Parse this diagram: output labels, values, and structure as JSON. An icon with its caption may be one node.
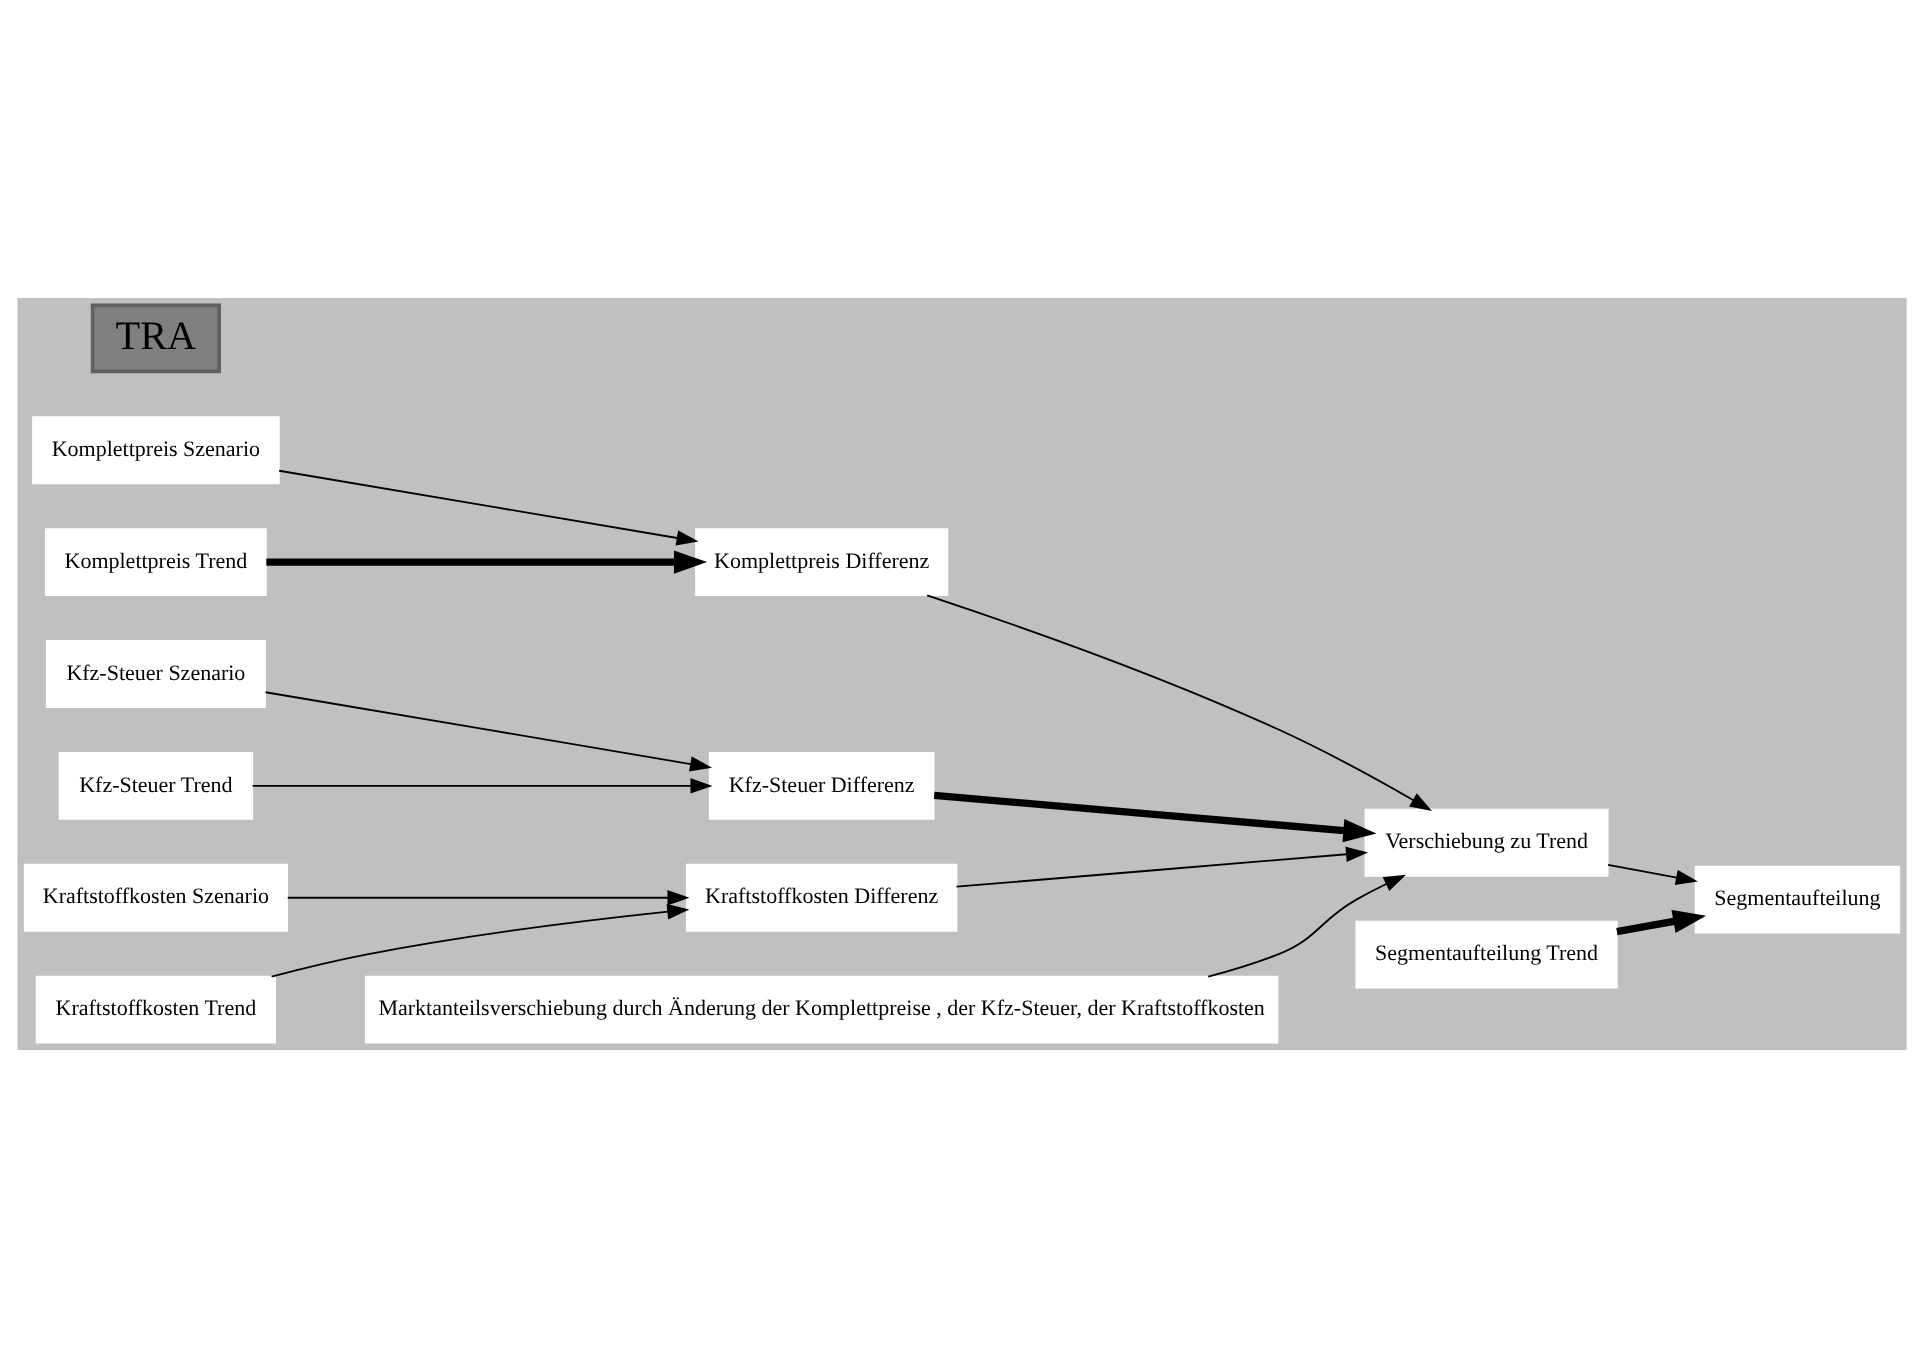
{
  "diagram": {
    "nodes": [
      {
        "text": [
          "Komplettpreis Szenario"
        ]
      },
      {
        "text": [
          "Komplettpreis Trend"
        ]
      },
      {
        "text": [
          "Kfz-Steuer Szenario"
        ]
      },
      {
        "text": [
          "Kfz-Steuer Trend"
        ]
      },
      {
        "text": [
          "Kraftstoffkosten Szenario"
        ]
      },
      {
        "text": [
          "Kraftstoffkosten Trend"
        ]
      },
      {
        "text": [
          "Komplettpreis Differenz"
        ]
      },
      {
        "text": [
          "Kfz-Steuer Differenz"
        ]
      },
      {
        "text": [
          "Kraftstoffkosten Differenz"
        ]
      },
      {
        "text": [
          "Marktanteilsverschiebung durch Änderung der Komplettpreise , der Kfz-Steuer, der Kraftstoffkosten"
        ]
      },
      {
        "text": [
          "TRA"
        ]
      },
      {
        "text": [
          "Verschiebung zu Trend"
        ]
      },
      {
        "text": [
          "Segmentaufteilung Trend"
        ]
      },
      {
        "text": [
          "Segmentaufteilung"
        ]
      }
    ],
    "edges": [
      {
        "from": 0,
        "to": 6,
        "arrow": "to"
      },
      {
        "from": 1,
        "to": 6,
        "arrow": "to",
        "style": "thick"
      },
      {
        "from": 2,
        "to": 7,
        "arrow": "to"
      },
      {
        "from": 3,
        "to": 7,
        "arrow": "to"
      },
      {
        "from": 4,
        "to": 8,
        "arrow": "to"
      },
      {
        "from": 5,
        "to": 8,
        "arrow": "to"
      },
      {
        "from": 6,
        "to": 11,
        "arrow": "to"
      },
      {
        "from": 7,
        "to": 11,
        "arrow": "to",
        "style": "thick"
      },
      {
        "from": 8,
        "to": 11,
        "arrow": "to"
      },
      {
        "from": 9,
        "to": 11,
        "arrow": "to"
      },
      {
        "from": 11,
        "to": 13,
        "arrow": "to"
      },
      {
        "from": 12,
        "to": 13,
        "arrow": "to",
        "style": "thick"
      }
    ]
  }
}
